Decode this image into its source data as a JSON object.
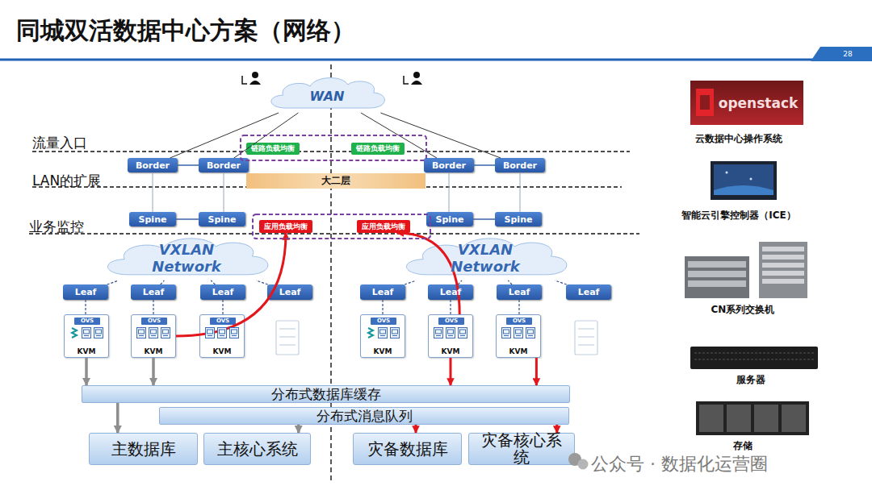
{
  "diagram": {
    "title": "同城双活数据中心方案（网络）",
    "nodes": [
      {
        "text": [
          "WAN"
        ]
      },
      {
        "text": [
          "链路负载均衡"
        ]
      },
      {
        "text": [
          "链路负载均衡"
        ]
      },
      {
        "text": [
          "Border"
        ]
      },
      {
        "text": [
          "Border"
        ]
      },
      {
        "text": [
          "Border"
        ]
      },
      {
        "text": [
          "Border"
        ]
      },
      {
        "text": [
          "大二层"
        ]
      },
      {
        "text": [
          "Spine"
        ]
      },
      {
        "text": [
          "Spine"
        ]
      },
      {
        "text": [
          "应用负载均衡"
        ]
      },
      {
        "text": [
          "应用负载均衡"
        ]
      },
      {
        "text": [
          "Spine"
        ]
      },
      {
        "text": [
          "Spine"
        ]
      },
      {
        "text": [
          "VXLAN Network"
        ]
      },
      {
        "text": [
          "VXLAN Network"
        ]
      },
      {
        "text": [
          "Leaf"
        ]
      },
      {
        "text": [
          "Leaf"
        ]
      },
      {
        "text": [
          "Leaf"
        ]
      },
      {
        "text": [
          "Leaf"
        ]
      },
      {
        "text": [
          "Leaf"
        ]
      },
      {
        "text": [
          "Leaf"
        ]
      },
      {
        "text": [
          "Leaf"
        ]
      },
      {
        "text": [
          "Leaf"
        ]
      },
      {
        "text": [
          "KVM"
        ]
      },
      {
        "text": [
          "OVS"
        ],
        "in": 24
      },
      {
        "text": [
          "KVM"
        ]
      },
      {
        "text": [
          "OVS"
        ],
        "in": 26
      },
      {
        "text": [
          "KVM"
        ]
      },
      {
        "text": [
          "OVS"
        ],
        "in": 28
      },
      {
        "text": [
          "KVM"
        ]
      },
      {
        "text": [
          "OVS"
        ],
        "in": 30
      },
      {
        "text": [
          "KVM"
        ]
      },
      {
        "text": [
          "OVS"
        ],
        "in": 32
      },
      {
        "text": [
          "KVM"
        ]
      },
      {
        "text": [
          "OVS"
        ],
        "in": 34
      },
      {
        "text": [
          "分布式数据库缓存"
        ]
      },
      {
        "text": [
          "分布式消息队列"
        ]
      },
      {
        "text": [
          "主数据库"
        ]
      },
      {
        "text": [
          "主核心系统"
        ]
      },
      {
        "text": [
          "灾备数据库"
        ]
      },
      {
        "text": [
          "灾备核心系统"
        ]
      },
      {
        "text": [
          "openstack"
        ]
      }
    ],
    "edges": [
      {
        "from": 0,
        "to": 3,
        "arrow": "none"
      },
      {
        "from": 0,
        "to": 4,
        "arrow": "none"
      },
      {
        "from": 0,
        "to": 5,
        "arrow": "none"
      },
      {
        "from": 0,
        "to": 6,
        "arrow": "none"
      },
      {
        "from": 3,
        "to": 4,
        "arrow": "none"
      },
      {
        "from": 5,
        "to": 6,
        "arrow": "none"
      },
      {
        "from": 3,
        "to": 8,
        "arrow": "none"
      },
      {
        "from": 4,
        "to": 9,
        "arrow": "none"
      },
      {
        "from": 5,
        "to": 12,
        "arrow": "none"
      },
      {
        "from": 6,
        "to": 13,
        "arrow": "none"
      },
      {
        "from": 8,
        "to": 9,
        "arrow": "none"
      },
      {
        "from": 12,
        "to": 13,
        "arrow": "none"
      },
      {
        "from": 16,
        "to": 14,
        "arrow": "none"
      },
      {
        "from": 17,
        "to": 14,
        "arrow": "none"
      },
      {
        "from": 18,
        "to": 14,
        "arrow": "none"
      },
      {
        "from": 19,
        "to": 14,
        "arrow": "none"
      },
      {
        "from": 20,
        "to": 15,
        "arrow": "none"
      },
      {
        "from": 21,
        "to": 15,
        "arrow": "none"
      },
      {
        "from": 22,
        "to": 15,
        "arrow": "none"
      },
      {
        "from": 23,
        "to": 15,
        "arrow": "none"
      },
      {
        "from": 16,
        "to": 24,
        "arrow": "none"
      },
      {
        "from": 17,
        "to": 26,
        "arrow": "none"
      },
      {
        "from": 18,
        "to": 28,
        "arrow": "none"
      },
      {
        "from": 20,
        "to": 30,
        "arrow": "none"
      },
      {
        "from": 21,
        "to": 32,
        "arrow": "none"
      },
      {
        "from": 22,
        "to": 34,
        "arrow": "none"
      },
      {
        "from": 26,
        "to": 10,
        "arrow": "to"
      },
      {
        "from": 32,
        "to": 11,
        "arrow": "to"
      },
      {
        "from": 24,
        "to": 36,
        "arrow": "to"
      },
      {
        "from": 26,
        "to": 36,
        "arrow": "to"
      },
      {
        "from": 36,
        "to": 38,
        "arrow": "to"
      },
      {
        "from": 37,
        "to": 39,
        "arrow": "to"
      },
      {
        "from": 32,
        "to": 36,
        "arrow": "to"
      },
      {
        "from": 34,
        "to": 36,
        "arrow": "to"
      },
      {
        "from": 37,
        "to": 40,
        "arrow": "to"
      },
      {
        "from": 37,
        "to": 41,
        "arrow": "to"
      }
    ],
    "labels": [
      "28",
      "流量入口",
      "LAN的扩展",
      "业务监控",
      "云数据中心操作系统",
      "智能云引擎控制器（ICE）",
      "CN系列交换机",
      "服务器",
      "存储",
      "公众号 · 数据化运营圈"
    ]
  }
}
